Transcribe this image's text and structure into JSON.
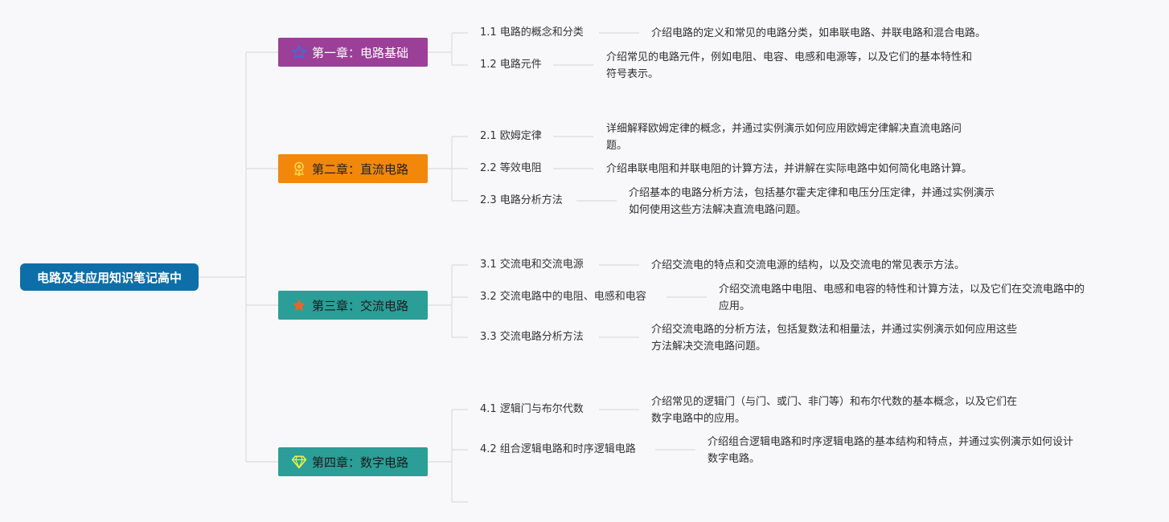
{
  "root": {
    "title": "电路及其应用知识笔记高中"
  },
  "chapters": [
    {
      "title": "第一章：电路基础",
      "icon": "star-outline-icon",
      "sections": [
        {
          "label": "1.1 电路的概念和分类",
          "desc_lines": [
            "介绍电路的定义和常见的电路分类，如串联电路、并联电路和混合电路。"
          ]
        },
        {
          "label": "1.2 电路元件",
          "desc_lines": [
            "介绍常见的电路元件，例如电阻、电容、电感和电源等，以及它们的基本特性和",
            "符号表示。"
          ]
        }
      ]
    },
    {
      "title": "第二章：直流电路",
      "icon": "medal-icon",
      "sections": [
        {
          "label": "2.1 欧姆定律",
          "desc_lines": [
            "详细解释欧姆定律的概念，并通过实例演示如何应用欧姆定律解决直流电路问",
            "题。"
          ]
        },
        {
          "label": "2.2 等效电阻",
          "desc_lines": [
            "介绍串联电阻和并联电阻的计算方法，并讲解在实际电路中如何简化电路计算。"
          ]
        },
        {
          "label": "2.3 电路分析方法",
          "desc_lines": [
            "介绍基本的电路分析方法，包括基尔霍夫定律和电压分压定律，并通过实例演示",
            "如何使用这些方法解决直流电路问题。"
          ]
        }
      ]
    },
    {
      "title": "第三章：交流电路",
      "icon": "star-filled-icon",
      "sections": [
        {
          "label": "3.1 交流电和交流电源",
          "desc_lines": [
            "介绍交流电的特点和交流电源的结构，以及交流电的常见表示方法。"
          ]
        },
        {
          "label": "3.2 交流电路中的电阻、电感和电容",
          "desc_lines": [
            "介绍交流电路中电阻、电感和电容的特性和计算方法，以及它们在交流电路中的",
            "应用。"
          ]
        },
        {
          "label": "3.3 交流电路分析方法",
          "desc_lines": [
            "介绍交流电路的分析方法，包括复数法和相量法，并通过实例演示如何应用这些",
            "方法解决交流电路问题。"
          ]
        }
      ]
    },
    {
      "title": "第四章：数字电路",
      "icon": "diamond-icon",
      "sections": [
        {
          "label": "4.1 逻辑门与布尔代数",
          "desc_lines": [
            "介绍常见的逻辑门（与门、或门、非门等）和布尔代数的基本概念，以及它们在",
            "数字电路中的应用。"
          ]
        },
        {
          "label": "4.2 组合逻辑电路和时序逻辑电路",
          "desc_lines": [
            "介绍组合逻辑电路和时序逻辑电路的基本结构和特点，并通过实例演示如何设计",
            "数字电路。"
          ]
        }
      ]
    }
  ],
  "colors": {
    "root": "#0e6ea8",
    "chapter1": "#9b3f98",
    "chapter2": "#f2880b",
    "chapter3": "#2b9e98",
    "chapter4": "#2b9e98",
    "connector": "#dcdcdc"
  }
}
